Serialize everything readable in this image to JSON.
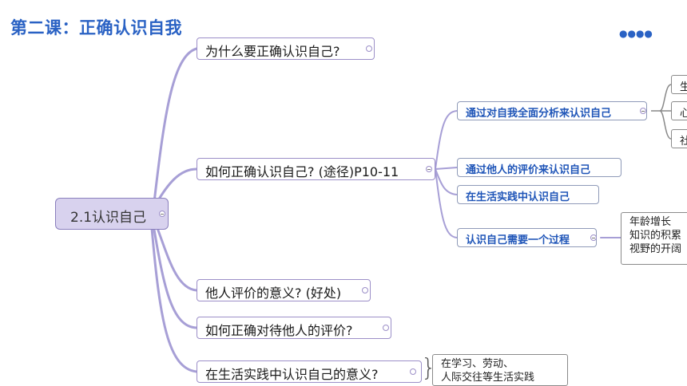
{
  "title": "第二课：正确认识自我",
  "root": {
    "label": "2.1认识自己"
  },
  "branches": [
    {
      "label": "为什么要正确认识自己?"
    },
    {
      "label": "如何正确认识自己? (途径)P10-11",
      "children": [
        {
          "label": "通过对自我全面分析来认识自己",
          "children": [
            {
              "label": "生"
            },
            {
              "label": "心"
            },
            {
              "label": "社"
            }
          ]
        },
        {
          "label": "通过他人的评价来认识自己"
        },
        {
          "label": "在生活实践中认识自己"
        },
        {
          "label": "认识自己需要一个过程",
          "note": [
            "年龄增长",
            "知识的积累",
            "视野的开阔"
          ]
        }
      ]
    },
    {
      "label": "他人评价的意义? (好处)"
    },
    {
      "label": "如何正确对待他人的评价?"
    },
    {
      "label": "在生活实践中认识自己的意义?",
      "note": [
        "在学习、劳动、",
        "人际交往等生活实践"
      ]
    }
  ],
  "colors": {
    "title": "#2a62c4",
    "link": "#a79fd6",
    "l2_text": "#1f55b8"
  }
}
